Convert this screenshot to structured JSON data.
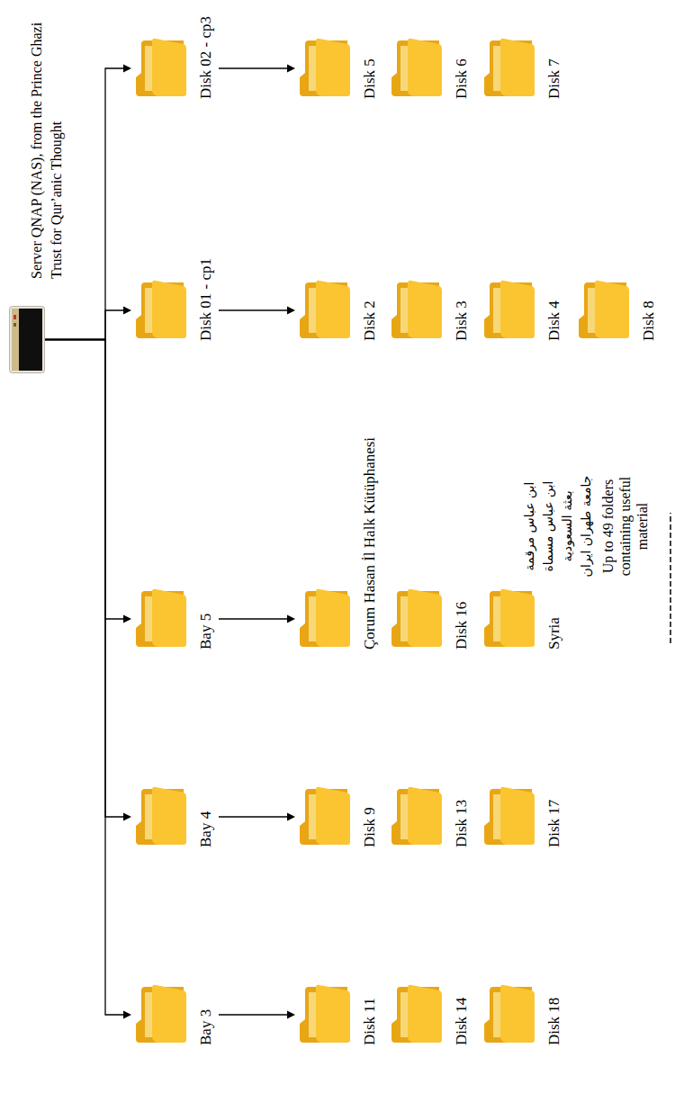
{
  "diagram": {
    "nodes": [
      {
        "text": [
          "Server QNAP (NAS), from the Prince Ghazi Trust for Qur’anic Thought"
        ]
      },
      {
        "text": [
          "Bay 3"
        ]
      },
      {
        "text": [
          "Bay 4"
        ]
      },
      {
        "text": [
          "Bay 5"
        ]
      },
      {
        "text": [
          "Disk 01 - cp1"
        ]
      },
      {
        "text": [
          "Disk 02 - cp3"
        ]
      },
      {
        "text": [
          "Disk 11"
        ]
      },
      {
        "text": [
          "Disk 14"
        ]
      },
      {
        "text": [
          "Disk 18"
        ]
      },
      {
        "text": [
          "Disk 9"
        ]
      },
      {
        "text": [
          "Disk 13"
        ]
      },
      {
        "text": [
          "Disk 17"
        ]
      },
      {
        "text": [
          "Çorum Hasan İl Halk Kütüphanesi"
        ]
      },
      {
        "text": [
          "Disk 16"
        ]
      },
      {
        "text": [
          "Syria"
        ]
      },
      {
        "text": [
          "Disk 2"
        ]
      },
      {
        "text": [
          "Disk 3"
        ]
      },
      {
        "text": [
          "Disk 4"
        ]
      },
      {
        "text": [
          "Disk 8"
        ]
      },
      {
        "text": [
          "Disk 5"
        ]
      },
      {
        "text": [
          "Disk 6"
        ]
      },
      {
        "text": [
          "Disk 7"
        ]
      }
    ],
    "edges": [
      {
        "from": 0,
        "to": 1,
        "arrow": "to"
      },
      {
        "from": 0,
        "to": 2,
        "arrow": "to"
      },
      {
        "from": 0,
        "to": 3,
        "arrow": "to"
      },
      {
        "from": 0,
        "to": 4,
        "arrow": "to"
      },
      {
        "from": 0,
        "to": 5,
        "arrow": "to"
      },
      {
        "from": 1,
        "to": 6,
        "arrow": "to"
      },
      {
        "from": 2,
        "to": 9,
        "arrow": "to"
      },
      {
        "from": 3,
        "to": 12,
        "arrow": "to"
      },
      {
        "from": 4,
        "to": 15,
        "arrow": "to"
      },
      {
        "from": 5,
        "to": 19,
        "arrow": "to"
      }
    ],
    "labels": [
      "ابن عباس مرقمة",
      "ابن عباس مسماة",
      "بعثة السعودية",
      "جامعة طهران ايران",
      "Up to 49 folders containing useful material"
    ]
  }
}
